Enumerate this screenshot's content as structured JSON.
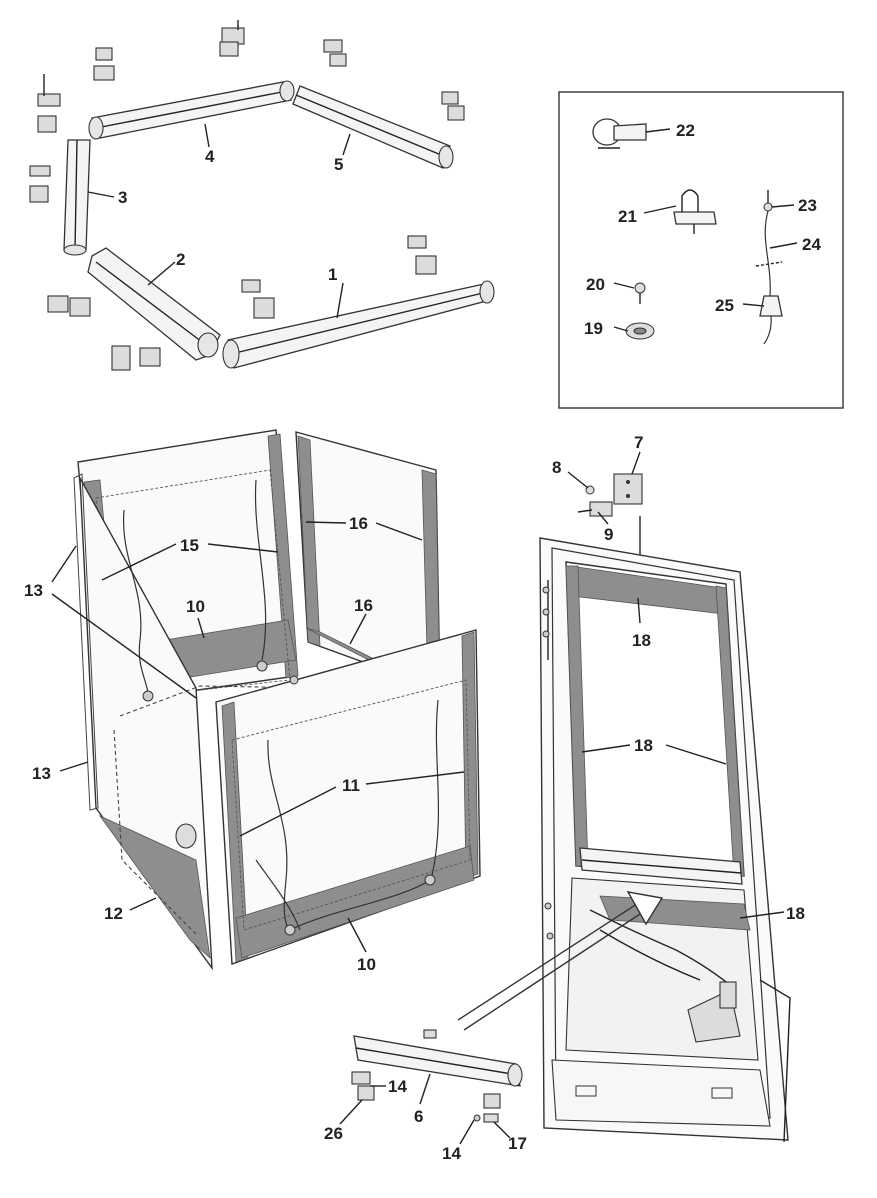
{
  "callouts": {
    "c1": "1",
    "c2": "2",
    "c3": "3",
    "c4": "4",
    "c5": "5",
    "c6": "6",
    "c7": "7",
    "c8": "8",
    "c9": "9",
    "c10a": "10",
    "c10b": "10",
    "c11": "11",
    "c12": "12",
    "c13a": "13",
    "c13b": "13",
    "c14a": "14",
    "c14b": "14",
    "c15": "15",
    "c16a": "16",
    "c16b": "16",
    "c17": "17",
    "c18a": "18",
    "c18b": "18",
    "c18c": "18",
    "c19": "19",
    "c20": "20",
    "c21": "21",
    "c22": "22",
    "c23": "23",
    "c24": "24",
    "c25": "25",
    "c26": "26"
  }
}
